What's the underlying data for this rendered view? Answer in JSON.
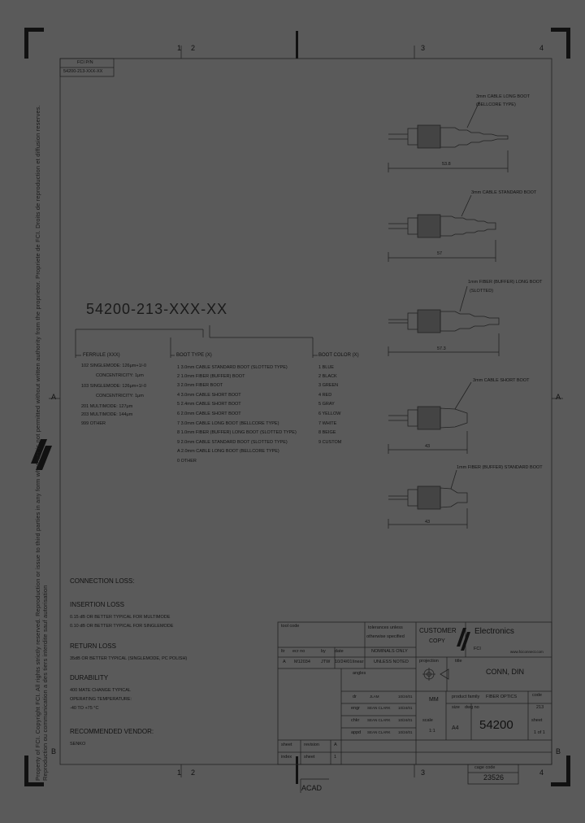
{
  "zones": {
    "top": [
      "1",
      "2",
      "3",
      "4"
    ],
    "bottom": [
      "1",
      "2",
      "3",
      "4"
    ],
    "left_mid": "A",
    "right_mid": "A",
    "right_bottom": "B",
    "left_bottom": "B"
  },
  "pn_box": {
    "label": "FCI P/N",
    "value": "54200-213-XXX-XX"
  },
  "watermark": "Property of FCI. Copyright FCI. All rights strictly reserved. Reproduction or issue to third parties in any form whatever is not permitted without written authority from the proprietor. Propriete de FCI. Droits de reproduction et diffusion reserves. Reproduction ou communication a des tiers interdite sauf autorisation",
  "part_number": "54200-213-XXX-XX",
  "ferrule": {
    "title": "FERRULE (XXX)",
    "items": [
      "102 SINGLEMODE: 126μm+1/-0",
      "CONCENTRICITY: 1μm",
      "103 SINGLEMODE: 126μm+1/-0",
      "CONCENTRICITY: 1μm",
      "201 MULTIMODE: 127μm",
      "203 MULTIMODE: 144μm",
      "999 OTHER"
    ]
  },
  "boot_type": {
    "title": "BOOT TYPE (X)",
    "items": [
      "1  3.0mm CABLE STANDARD BOOT (SLOTTED TYPE)",
      "2  1.0mm FIBER (BUFFER) BOOT",
      "3  2.0mm FIBER BOOT",
      "4  3.0mm CABLE SHORT BOOT",
      "5  2.4mm CABLE SHORT BOOT",
      "6  2.0mm CABLE SHORT BOOT",
      "7  3.0mm CABLE LONG BOOT (BELLCORE TYPE)",
      "8  1.0mm FIBER (BUFFER) LONG BOOT (SLOTTED TYPE)",
      "9  2.0mm CABLE STANDARD BOOT (SLOTTED TYPE)",
      "A  2.0mm CABLE LONG BOOT (BELLCORE TYPE)",
      "0  OTHER"
    ]
  },
  "boot_color": {
    "title": "BOOT COLOR (X)",
    "items": [
      "1  BLUE",
      "2  BLACK",
      "3  GREEN",
      "4  RED",
      "5  GRAY",
      "6  YELLOW",
      "7  WHITE",
      "8  BEIGE",
      "9  CUSTOM"
    ]
  },
  "drawings": [
    {
      "label": "3mm CABLE LONG BOOT",
      "label2": "(BELLCORE TYPE)",
      "dim": "53.8"
    },
    {
      "label": "3mm CABLE STANDARD BOOT",
      "dim": "57"
    },
    {
      "label": "1mm FIBER (BUFFER) LONG BOOT",
      "label2": "(SLOTTED)",
      "dim": "57.3"
    },
    {
      "label": "3mm CABLE SHORT BOOT",
      "dim": "43"
    },
    {
      "label": "1mm FIBER (BUFFER) STANDARD BOOT",
      "dim": "43"
    }
  ],
  "notes": {
    "connection_loss": "CONNECTION LOSS:",
    "insertion_loss": "INSERTION LOSS",
    "insertion_lines": [
      "0.15 dB OR BETTER TYPICAL FOR MULTIMODE",
      "0.10 dB OR BETTER TYPICAL FOR SINGLEMODE"
    ],
    "return_loss": "RETURN LOSS",
    "return_lines": [
      "35dB OR BETTER TYPICAL (SINGLEMODE, PC POLISH)"
    ],
    "durability": "DURABILITY",
    "durability_lines": [
      "400 MATE CHANGE TYPICAL",
      "OPERATING TEMPERATURE:",
      "-40 TO +75 °C"
    ],
    "vendor": "RECOMMENDED VENDOR:",
    "vendor_lines": [
      "SENKO"
    ]
  },
  "title_block": {
    "tool_code": "tool code",
    "tolerances": "tolerances unless",
    "otherwise": "otherwise specified",
    "customer": "CUSTOMER",
    "copy": "COPY",
    "company": "Electronics",
    "company_sub": "FCI",
    "website": "www.fciconnect.com",
    "ltr": "ltr",
    "ecr_no": "ecr no",
    "by": "by",
    "date": "date",
    "nominals": "NOMINALS ONLY",
    "rev_row": [
      "A",
      "M12034",
      "JTW",
      "10/24/01"
    ],
    "linear": "linear",
    "unless_noted": "UNLESS NOTED",
    "angles": "angles",
    "projection": "projection",
    "title_label": "title",
    "title": "CONN, DIN",
    "product_family_label": "product family",
    "product_family": "FIBER OPTICS",
    "code_label": "code",
    "code": "213",
    "dr": "dr",
    "engr": "engr",
    "chkr": "chkr",
    "appd": "appd",
    "dr_row": [
      "JLAM",
      "10/24/01"
    ],
    "engr_row": [
      "SEAN CLARK",
      "10/24/01"
    ],
    "chkr_row": [
      "SEAN CLARK",
      "10/24/01"
    ],
    "appd_row": [
      "SEAN CLARK",
      "10/24/01"
    ],
    "units": "MM",
    "size_label": "size",
    "dwg_no_label": "dwg no",
    "size": "A4",
    "dwg_no": "54200",
    "sheet_label": "sheet",
    "sheet": "1 of 1",
    "scale_label": "scale",
    "scale": "1:1",
    "sheet_rev_label": "sheet",
    "revision_label": "revision",
    "rev_val": "A",
    "index": "index",
    "sheet2": "sheet",
    "sheet2_val": "1",
    "cage_label": "cage code",
    "cage": "23526",
    "acad": "ACAD"
  }
}
